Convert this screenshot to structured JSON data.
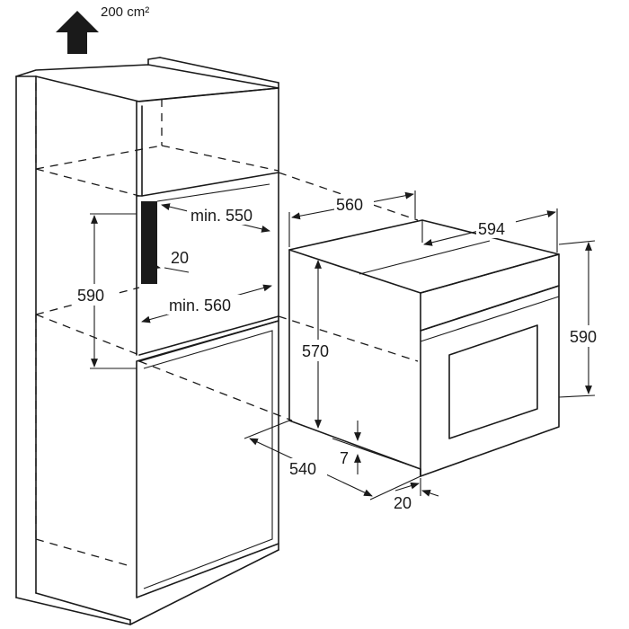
{
  "labels": {
    "airflow": "200 cm²",
    "cab_depth": "min. 550",
    "cab_gap": "20",
    "cab_height": "590",
    "cab_width": "min. 560",
    "oven_depth_top": "560",
    "oven_width": "594",
    "oven_body_height": "570",
    "oven_height": "590",
    "oven_depth": "540",
    "oven_bottom": "7",
    "oven_front": "20"
  },
  "colors": {
    "line": "#1a1a1a",
    "vent": "#1a1a1a",
    "background": "#ffffff"
  },
  "icons": {
    "airflow_arrow": "up-arrow-icon"
  }
}
